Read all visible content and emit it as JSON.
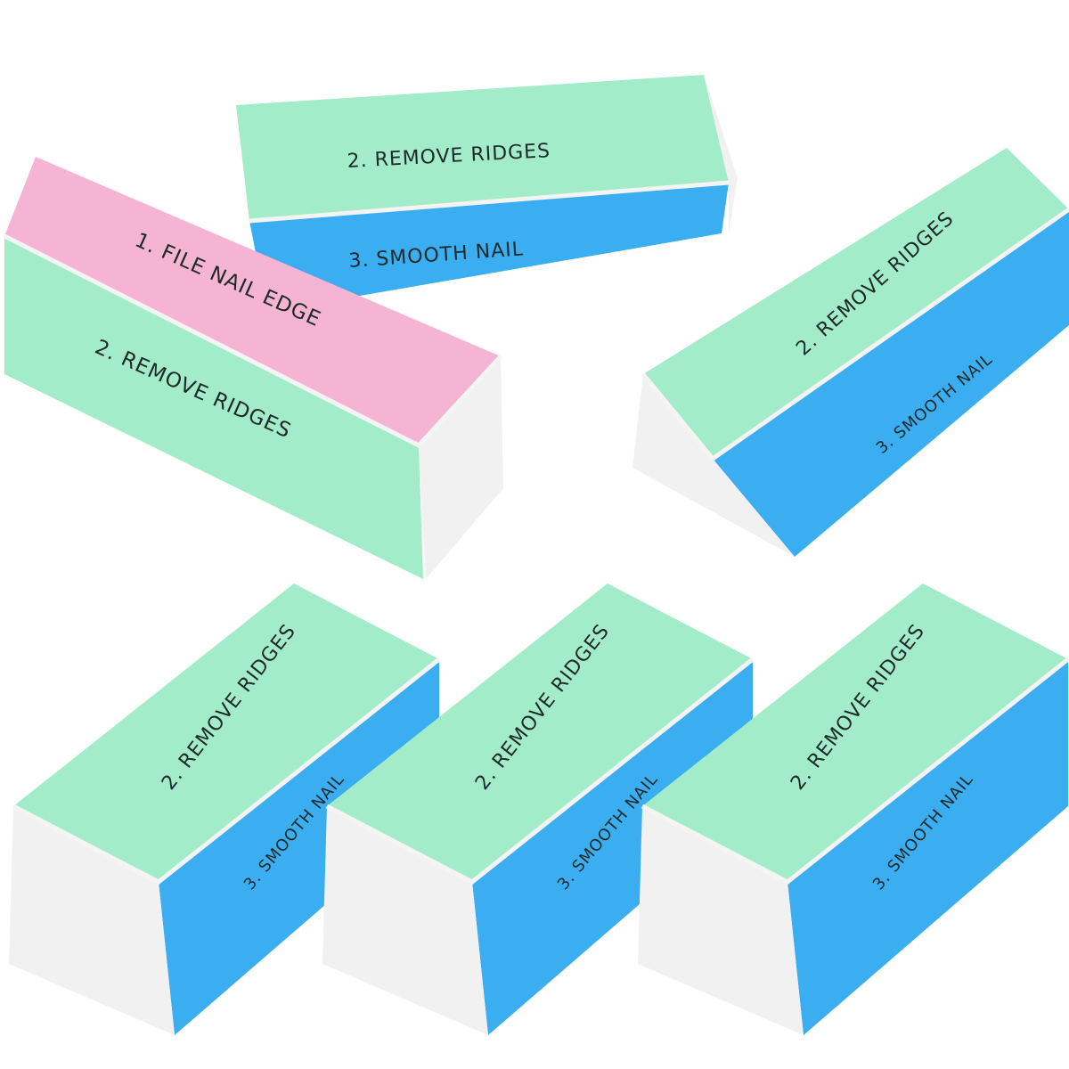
{
  "colors": {
    "green": "#a2ecc9",
    "pink": "#f6b4d5",
    "blue": "#3aaef0",
    "white": "#f1f1f1",
    "edge": "#e4e4e4"
  },
  "blocks": [
    {
      "top": "2. REMOVE RIDGES",
      "side": "3. SMOOTH NAIL"
    },
    {
      "top": "1. FILE NAIL EDGE",
      "side": "2. REMOVE RIDGES"
    },
    {
      "top": "2. REMOVE RIDGES",
      "side": "3. SMOOTH NAIL"
    },
    {
      "top": "2. REMOVE RIDGES",
      "side": "3. SMOOTH NAIL"
    },
    {
      "top": "2. REMOVE RIDGES",
      "side": "3. SMOOTH NAIL"
    },
    {
      "top": "2. REMOVE RIDGES",
      "side": "3. SMOOTH NAIL"
    }
  ]
}
